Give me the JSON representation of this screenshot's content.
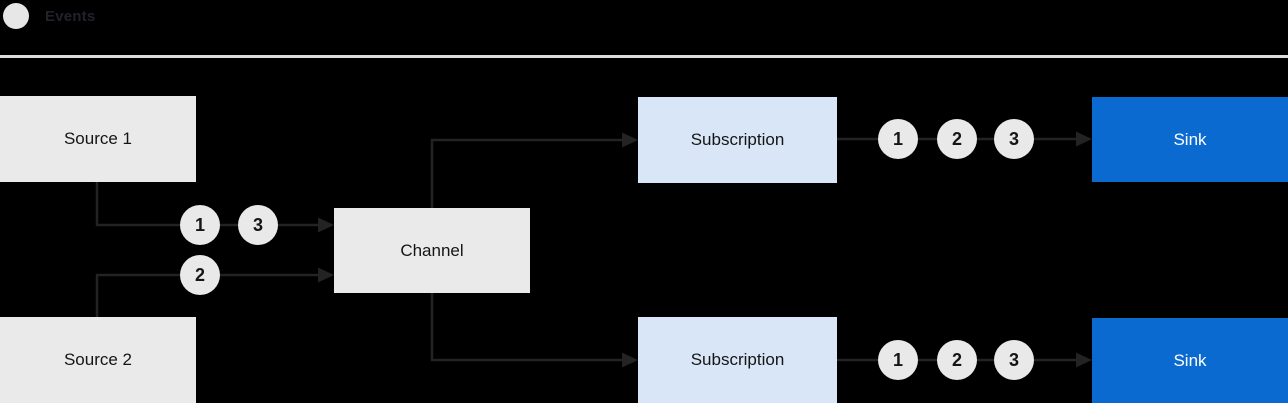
{
  "legend": {
    "label": "Events"
  },
  "colors": {
    "background": "#000000",
    "separator": "#dedede",
    "legend_circle": "#e7e7e7",
    "legend_text": "#20232a",
    "node_gray_fill": "#ebeaea",
    "node_label": "#151515",
    "subscription_fill": "#d8e6f7",
    "sink_fill": "#0a6acf",
    "sink_label": "#ffffff",
    "event_circle_fill": "#e9e9e9",
    "connector": "#232323"
  },
  "nodes": {
    "source1": {
      "label": "Source 1"
    },
    "source2": {
      "label": "Source 2"
    },
    "channel": {
      "label": "Channel"
    },
    "subscription_top": {
      "label": "Subscription"
    },
    "subscription_bottom": {
      "label": "Subscription"
    },
    "sink_top": {
      "label": "Sink"
    },
    "sink_bottom": {
      "label": "Sink"
    }
  },
  "event_markers": {
    "sources_to_channel_upper": [
      "1",
      "3"
    ],
    "sources_to_channel_lower": [
      "2"
    ],
    "subscription_top_to_sink": [
      "1",
      "2",
      "3"
    ],
    "subscription_bottom_to_sink": [
      "1",
      "2",
      "3"
    ]
  }
}
